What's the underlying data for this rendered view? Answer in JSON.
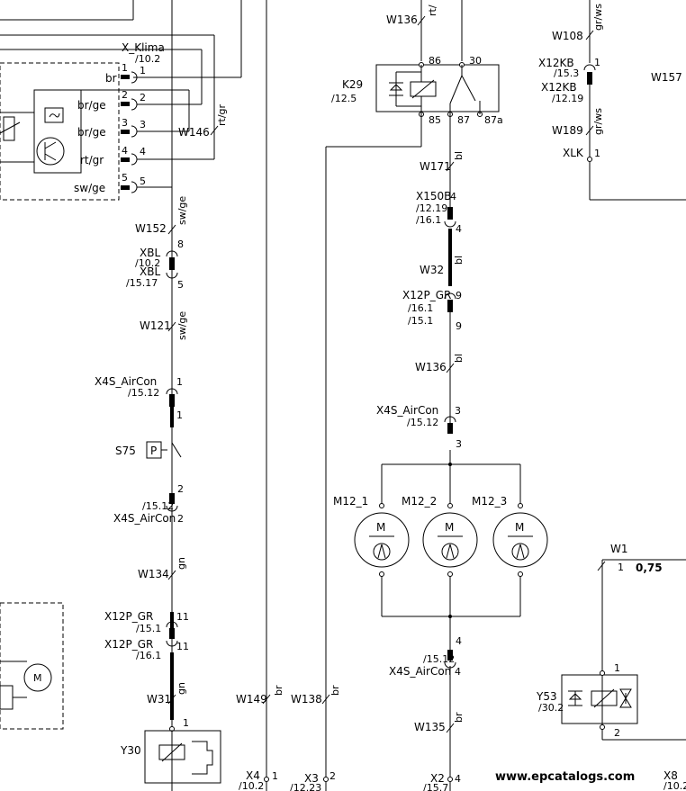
{
  "connectors": {
    "x_klima": {
      "name": "X_Klima",
      "ref": "/10.2"
    },
    "xbl": {
      "name1": "XBL",
      "ref1": "/10.2",
      "name2": "XBL",
      "ref2": "/15.17",
      "pin_top": "8",
      "pin_bottom": "5"
    },
    "x4s_left": {
      "name": "X4S_AirCon",
      "ref": "/15.12",
      "pin_top": "1",
      "pin_bottom": "1"
    },
    "x4s_left2": {
      "name": "X4S_AirCon",
      "ref": "/15.12",
      "pin_top": "2",
      "pin_bottom": "2"
    },
    "x12p_left": {
      "name1": "X12P_GR",
      "ref1": "/15.1",
      "name2": "X12P_GR",
      "ref2": "/16.1",
      "pin_top": "11",
      "pin_bottom": "11"
    },
    "x150b": {
      "name": "X150B",
      "ref1": "/12.19",
      "ref2": "/16.1",
      "pin_top": "4",
      "pin_bottom": "4"
    },
    "x12p_mid": {
      "name": "X12P_GR",
      "ref1": "/16.1",
      "ref2": "/15.1",
      "pin_top": "9",
      "pin_bottom": "9"
    },
    "x4s_mid": {
      "name": "X4S_AirCon",
      "ref": "/15.12",
      "pin_top": "3",
      "pin_bottom": "3"
    },
    "x4s_mid2": {
      "name": "X4S_AirCon",
      "ref": "/15.12",
      "pin_top": "4",
      "pin_bottom": "4"
    },
    "x12kb": {
      "name1": "X12KB",
      "ref1": "/15.3",
      "name2": "X12KB",
      "ref2": "/12.19",
      "pin": "1"
    },
    "xlk": {
      "name": "XLK",
      "pin": "1"
    },
    "x4_bottom": {
      "name": "X4",
      "ref": "/10.2",
      "pin": "1"
    },
    "x3_bottom": {
      "name": "X3",
      "ref": "/12.23",
      "pin": "2"
    },
    "x2_bottom": {
      "name": "X2",
      "ref": "/15.7",
      "pin": "4"
    },
    "x8_bottom": {
      "name": "X8",
      "ref": "/10.2"
    }
  },
  "pins_left": [
    {
      "color": "br",
      "pin": "1"
    },
    {
      "color": "br/ge",
      "pin": "2"
    },
    {
      "color": "br/ge",
      "pin": "3"
    },
    {
      "color": "rt/gr",
      "pin": "4"
    },
    {
      "color": "sw/ge",
      "pin": "5"
    }
  ],
  "wires": {
    "w146": {
      "id": "W146",
      "color": "rt/gr"
    },
    "w152": {
      "id": "W152",
      "color": "sw/ge"
    },
    "w121": {
      "id": "W121",
      "color": "sw/ge"
    },
    "w134": {
      "id": "W134",
      "color": "gn"
    },
    "w31": {
      "id": "W31",
      "color": "gn"
    },
    "w149": {
      "id": "W149",
      "color": "br"
    },
    "w138": {
      "id": "W138",
      "color": "br"
    },
    "w136_top": {
      "id": "W136",
      "color": "rt/"
    },
    "w171": {
      "id": "W171",
      "color": "bl"
    },
    "w32": {
      "id": "W32",
      "color": "bl"
    },
    "w136": {
      "id": "W136",
      "color": "bl"
    },
    "w135": {
      "id": "W135",
      "color": "br"
    },
    "w108": {
      "id": "W108",
      "color": "gr/ws"
    },
    "w189": {
      "id": "W189",
      "color": "gr/ws"
    },
    "w157": {
      "id": "W157"
    },
    "w1": {
      "id": "W1",
      "pin": "1",
      "size": "0,75"
    }
  },
  "relay_k29": {
    "name": "K29",
    "ref": "/12.5",
    "pins": [
      "86",
      "30",
      "85",
      "87",
      "87a"
    ]
  },
  "switch_s75": {
    "name": "S75",
    "symbol": "P"
  },
  "motors": [
    {
      "name": "M12_1",
      "symbol": "M"
    },
    {
      "name": "M12_2",
      "symbol": "M"
    },
    {
      "name": "M12_3",
      "symbol": "M"
    }
  ],
  "valve_y30": {
    "name": "Y30",
    "pin": "1"
  },
  "valve_y53": {
    "name": "Y53",
    "ref": "/30.2",
    "pin_top": "1",
    "pin_bottom": "2"
  },
  "watermark": "www.epcatalogs.com"
}
